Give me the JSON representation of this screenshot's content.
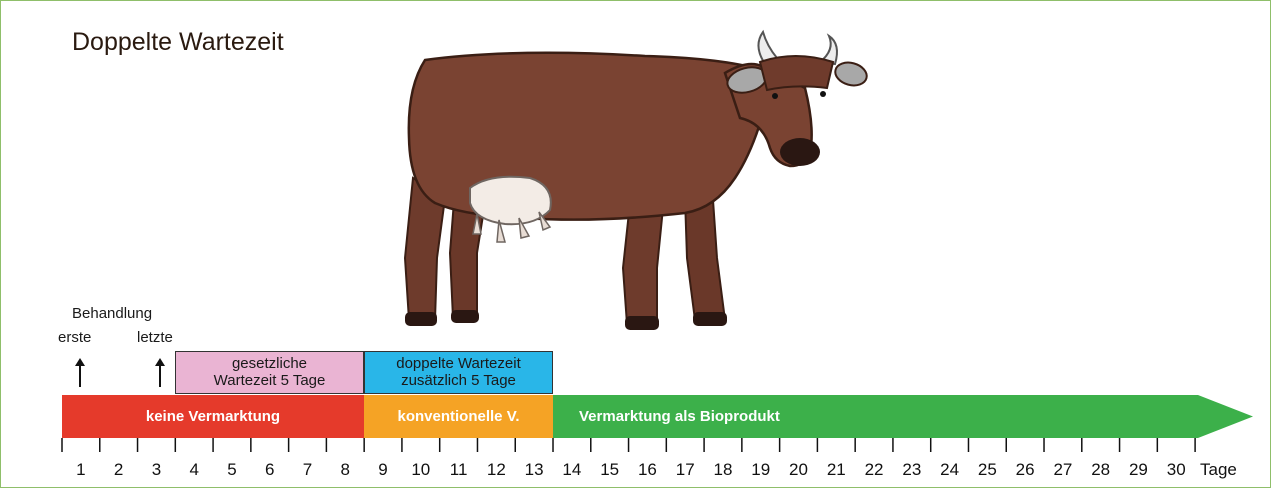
{
  "title": "Doppelte Wartezeit",
  "treatment": {
    "heading": "Behandlung",
    "first": "erste",
    "last": "letzte"
  },
  "periods": {
    "legal": {
      "line1": "gesetzliche",
      "line2": "Wartezeit 5 Tage",
      "color": "#eab4d3"
    },
    "double": {
      "line1": "doppelte Wartezeit",
      "line2": "zusätzlich 5 Tage",
      "color": "#29b6e8"
    }
  },
  "timeline": {
    "no_marketing": {
      "label": "keine Vermarktung",
      "color": "#e53a2b"
    },
    "conventional": {
      "label": "konventionelle V.",
      "color": "#f5a325"
    },
    "organic": {
      "label": "Vermarktung als Bioprodukt",
      "color": "#3cb04a"
    }
  },
  "axis": {
    "days": [
      "1",
      "2",
      "3",
      "4",
      "5",
      "6",
      "7",
      "8",
      "9",
      "10",
      "11",
      "12",
      "13",
      "14",
      "15",
      "16",
      "17",
      "18",
      "19",
      "20",
      "21",
      "22",
      "23",
      "24",
      "25",
      "26",
      "27",
      "28",
      "29",
      "30"
    ],
    "unit": "Tage"
  },
  "illustration": "cow-image"
}
